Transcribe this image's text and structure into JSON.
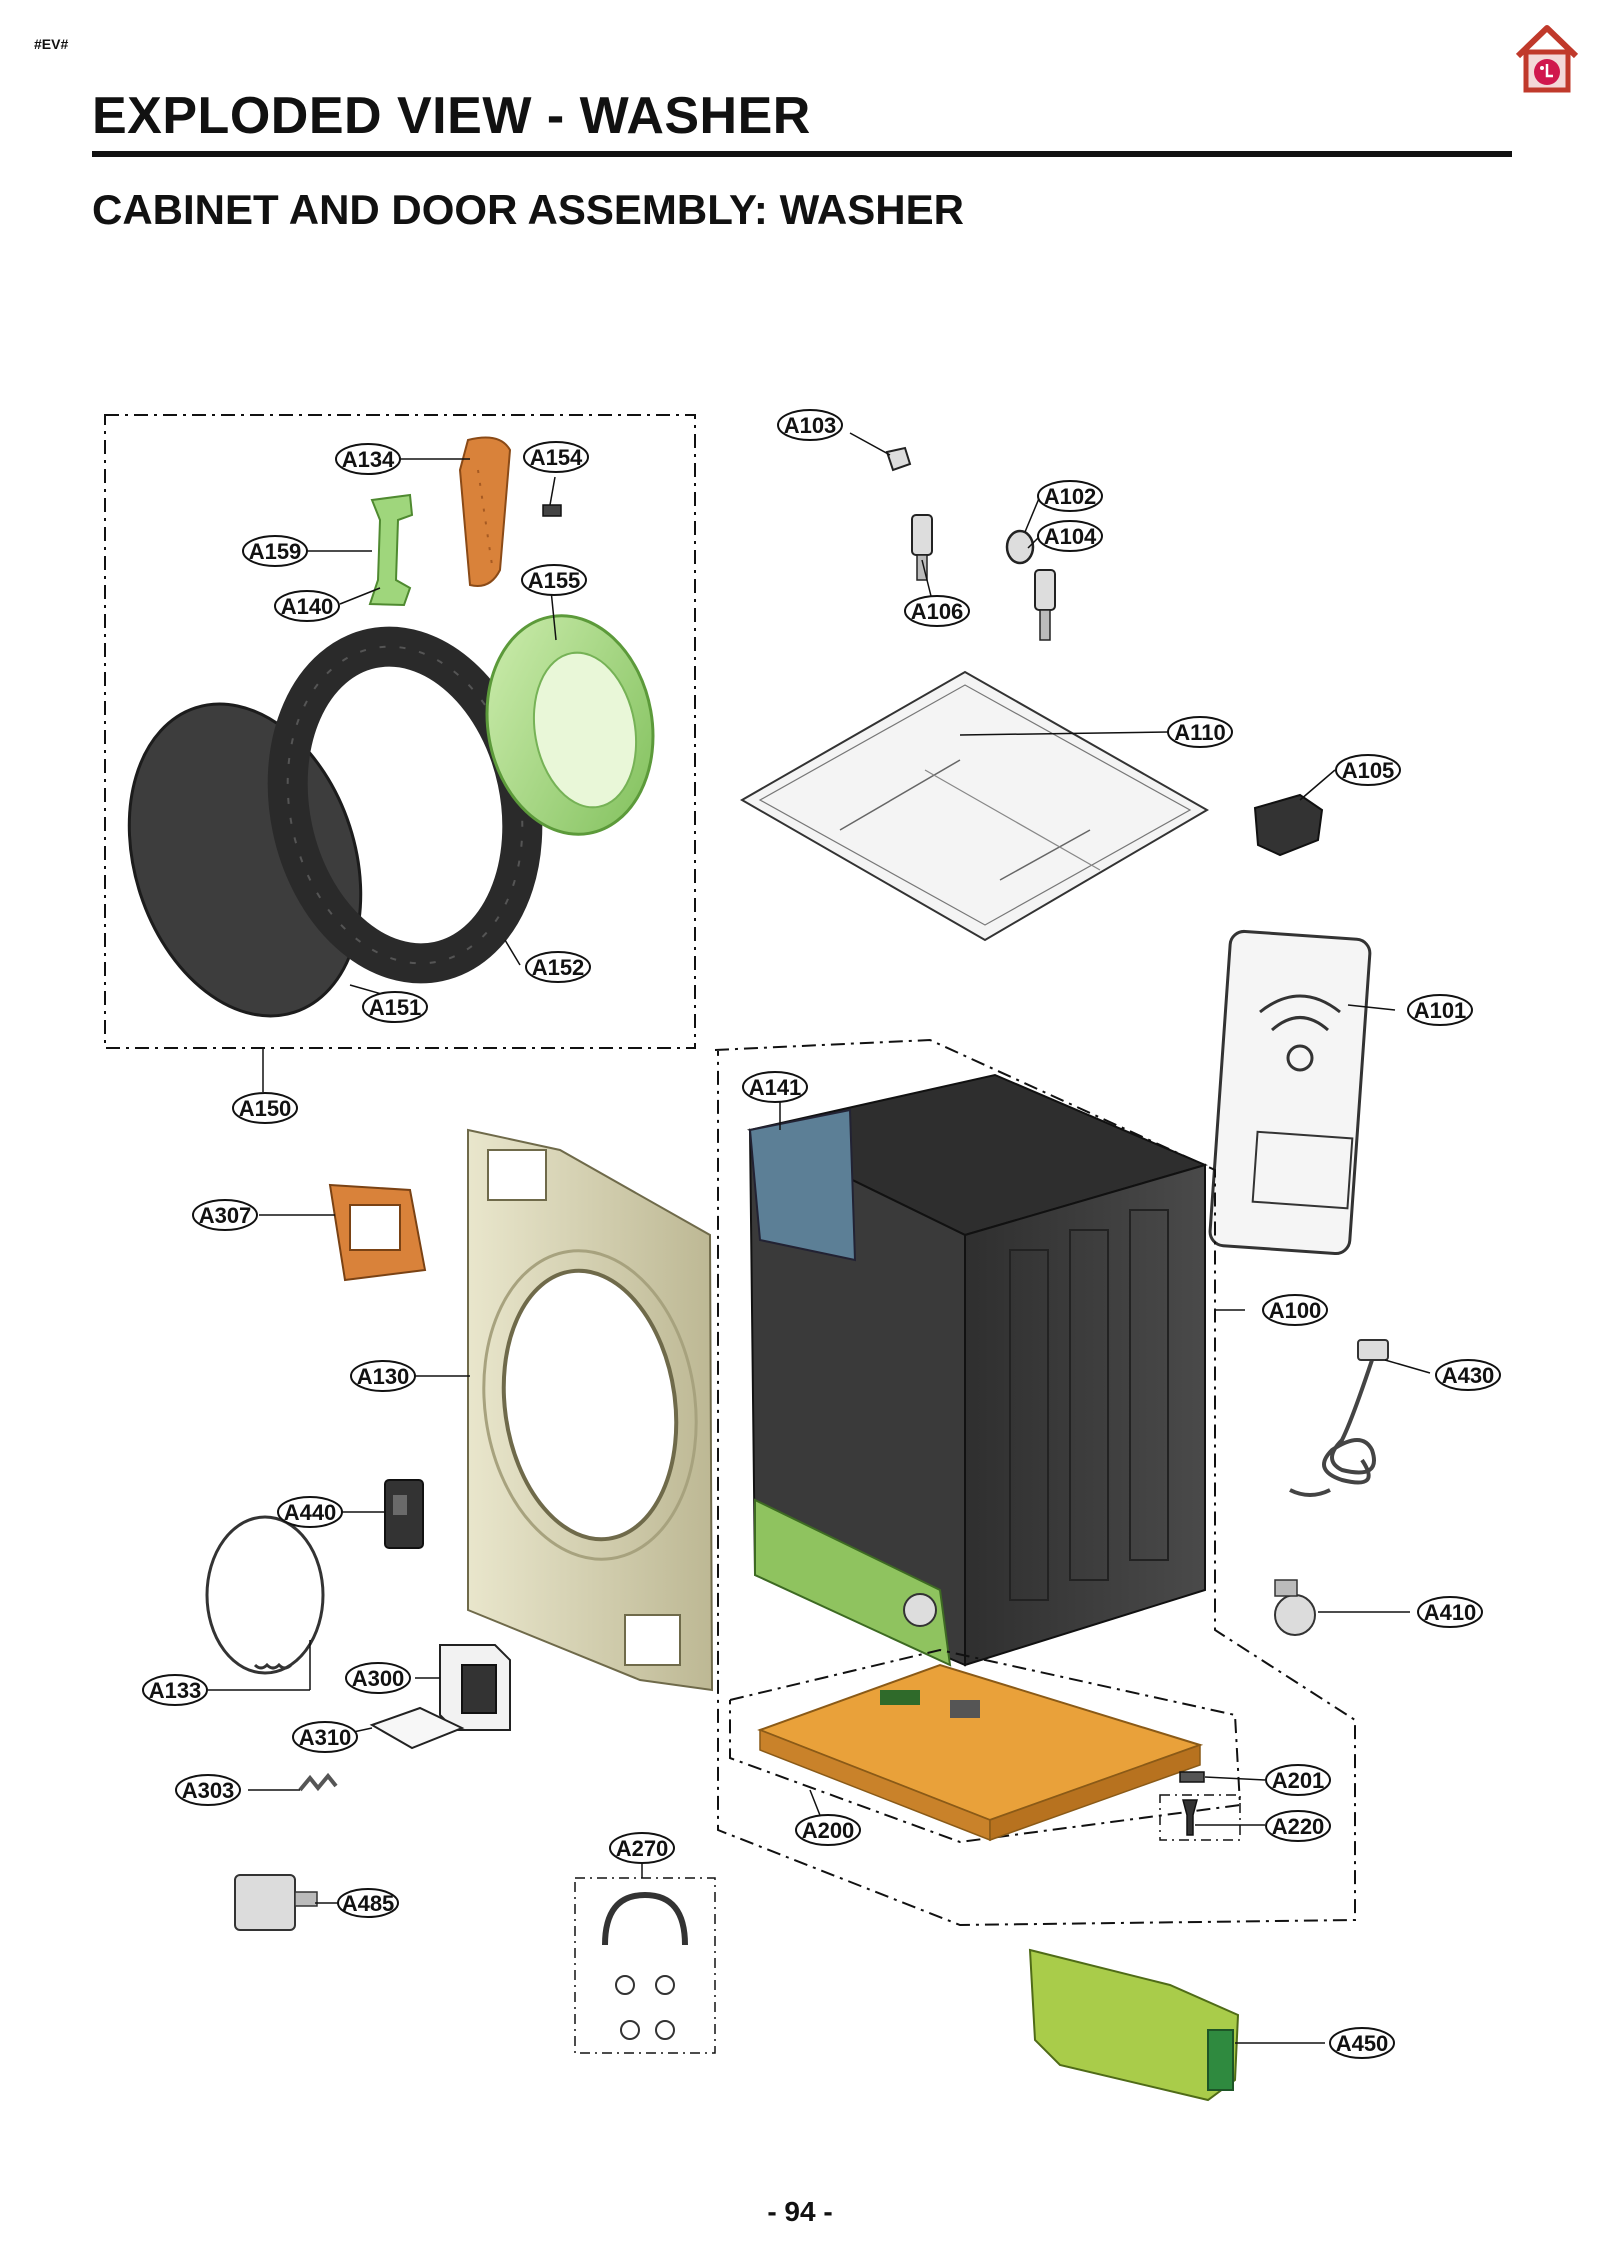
{
  "header": {
    "tag": "#EV#",
    "title": "EXPLODED VIEW - WASHER",
    "subtitle": "CABINET AND DOOR ASSEMBLY: WASHER",
    "logo_icon": "lg-home-logo-icon"
  },
  "footer": {
    "page": "- 94 -"
  },
  "parts": {
    "A103": "A103",
    "A102": "A102",
    "A104": "A104",
    "A106": "A106",
    "A110": "A110",
    "A105": "A105",
    "A101": "A101",
    "A134": "A134",
    "A154": "A154",
    "A159": "A159",
    "A140": "A140",
    "A155": "A155",
    "A152": "A152",
    "A151": "A151",
    "A150": "A150",
    "A141": "A141",
    "A307": "A307",
    "A130": "A130",
    "A100": "A100",
    "A430": "A430",
    "A440": "A440",
    "A410": "A410",
    "A133": "A133",
    "A300": "A300",
    "A310": "A310",
    "A303": "A303",
    "A201": "A201",
    "A220": "A220",
    "A200": "A200",
    "A270": "A270",
    "A485": "A485",
    "A450": "A450"
  },
  "colors": {
    "door_gasket": "#9fd67c",
    "handle_orange": "#d9823a",
    "door_glass": "#3d3d3d",
    "front_panel": "#d8d4b4",
    "cabinet": "#3b3b3b",
    "base_orange": "#e9a13a",
    "pcb_green": "#a9cc4a"
  }
}
